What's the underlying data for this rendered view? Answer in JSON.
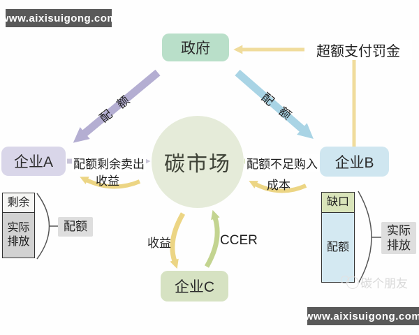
{
  "watermark": {
    "site_url": "www.aixisuigong.com",
    "logo_text": "碳个朋友"
  },
  "nodes": {
    "government": {
      "label": "政府",
      "color": "#b9dfc9"
    },
    "market": {
      "label": "碳市场",
      "color": "#e5ebd9"
    },
    "company_a": {
      "label": "企业A",
      "color": "#d9d6e9"
    },
    "company_b": {
      "label": "企业B",
      "color": "#cfe6f0"
    },
    "company_c": {
      "label": "企业C",
      "color": "#d6e2c2"
    }
  },
  "flows": {
    "quota_to_a": {
      "label": "配 额",
      "color": "#b4aed2"
    },
    "quota_to_b": {
      "label": "配 额",
      "color": "#a9d4e5"
    },
    "penalty": {
      "label": "超额支付罚金",
      "color": "#f0dc9c"
    },
    "sell_surplus": {
      "label": "配额剩余卖出",
      "color": "#c9c5d8"
    },
    "revenue_a": {
      "label": "收益",
      "color": "#ecd584"
    },
    "buy_shortage": {
      "label": "配额不足购入",
      "color": "#cfe0ac"
    },
    "cost_b": {
      "label": "成本",
      "color": "#ecd584"
    },
    "revenue_c": {
      "label": "收益",
      "color": "#ecd584"
    },
    "ccer": {
      "label": "CCER",
      "color": "#c3d490"
    }
  },
  "stacks": {
    "a": {
      "segments": [
        {
          "label": "剩余",
          "color": "#f6f6f4"
        },
        {
          "label": "实际排放",
          "color": "#d2d2d2"
        }
      ],
      "bracket_label": "配额"
    },
    "b": {
      "segments": [
        {
          "label": "缺口",
          "color": "#d9e4ba"
        },
        {
          "label": "配额",
          "color": "#d4e9f2"
        }
      ],
      "bracket_label": "实际排放"
    }
  }
}
